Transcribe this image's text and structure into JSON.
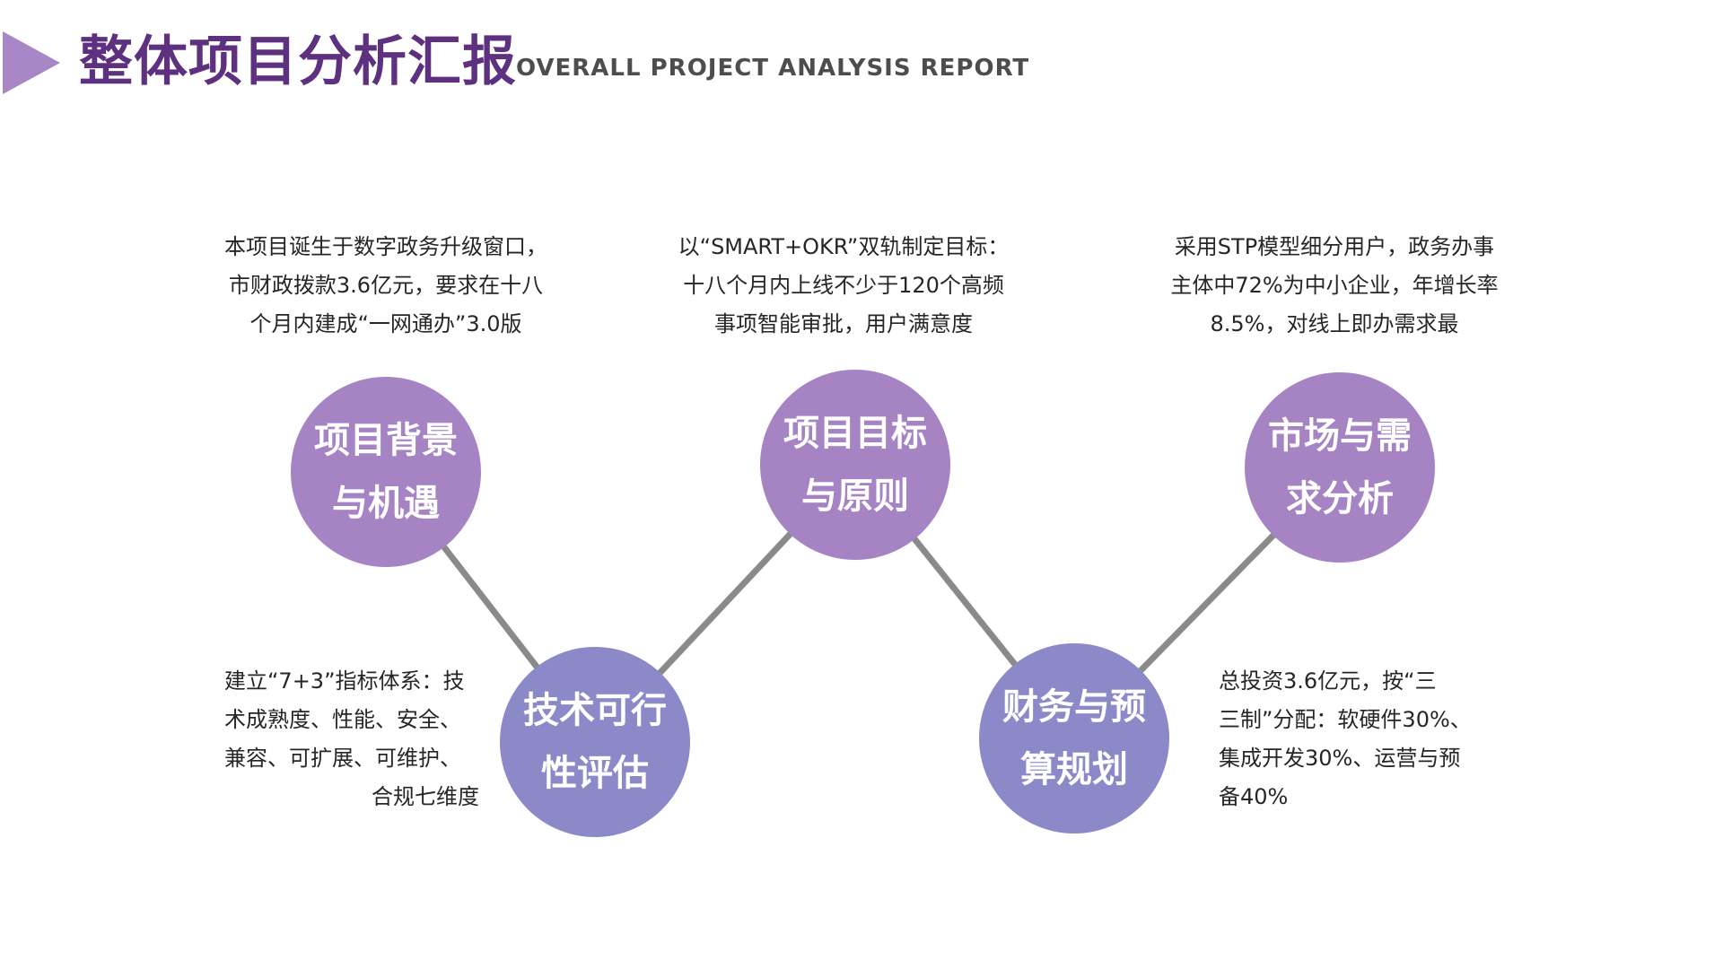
{
  "slide": {
    "title": "整体项目分析汇报",
    "subtitle": "OVERALL PROJECT ANALYSIS REPORT"
  },
  "nodes": [
    {
      "id": "project-background",
      "label_line1": "项目背景",
      "label_line2": "与机遇",
      "desc": [
        "本项目诞生于数字政务升级窗口，",
        "市财政拨款3.6亿元，要求在十八",
        "个月内建成“一网通办”3.0版"
      ]
    },
    {
      "id": "technical-feasibility",
      "label_line1": "技术可行",
      "label_line2": "性评估",
      "desc": [
        "建立“7+3”指标体系：技",
        "术成熟度、性能、安全、",
        "兼容、可扩展、可维护、",
        "合规七维度"
      ]
    },
    {
      "id": "project-goals",
      "label_line1": "项目目标",
      "label_line2": "与原则",
      "desc": [
        "以“SMART+OKR”双轨制定目标：",
        "十八个月内上线不少于120个高频",
        "事项智能审批，用户满意度"
      ]
    },
    {
      "id": "finance-budget",
      "label_line1": "财务与预",
      "label_line2": "算规划",
      "desc": [
        "总投资3.6亿元，按“三",
        "三制”分配：软硬件30%、",
        "集成开发30%、运营与预",
        "备40%"
      ]
    },
    {
      "id": "market-demand",
      "label_line1": "市场与需",
      "label_line2": "求分析",
      "desc": [
        "采用STP模型细分用户，政务办事",
        "主体中72%为中小企业，年增长率",
        "8.5%，对线上即办需求最"
      ]
    }
  ],
  "colors": {
    "title": "#5E3180",
    "subtitle": "#4D4D4D",
    "arrow": "#A887C7",
    "node_top": "#A684C4",
    "node_bottom": "#8C89C9",
    "connector": "#8A8A8A",
    "body_text": "#262626"
  }
}
